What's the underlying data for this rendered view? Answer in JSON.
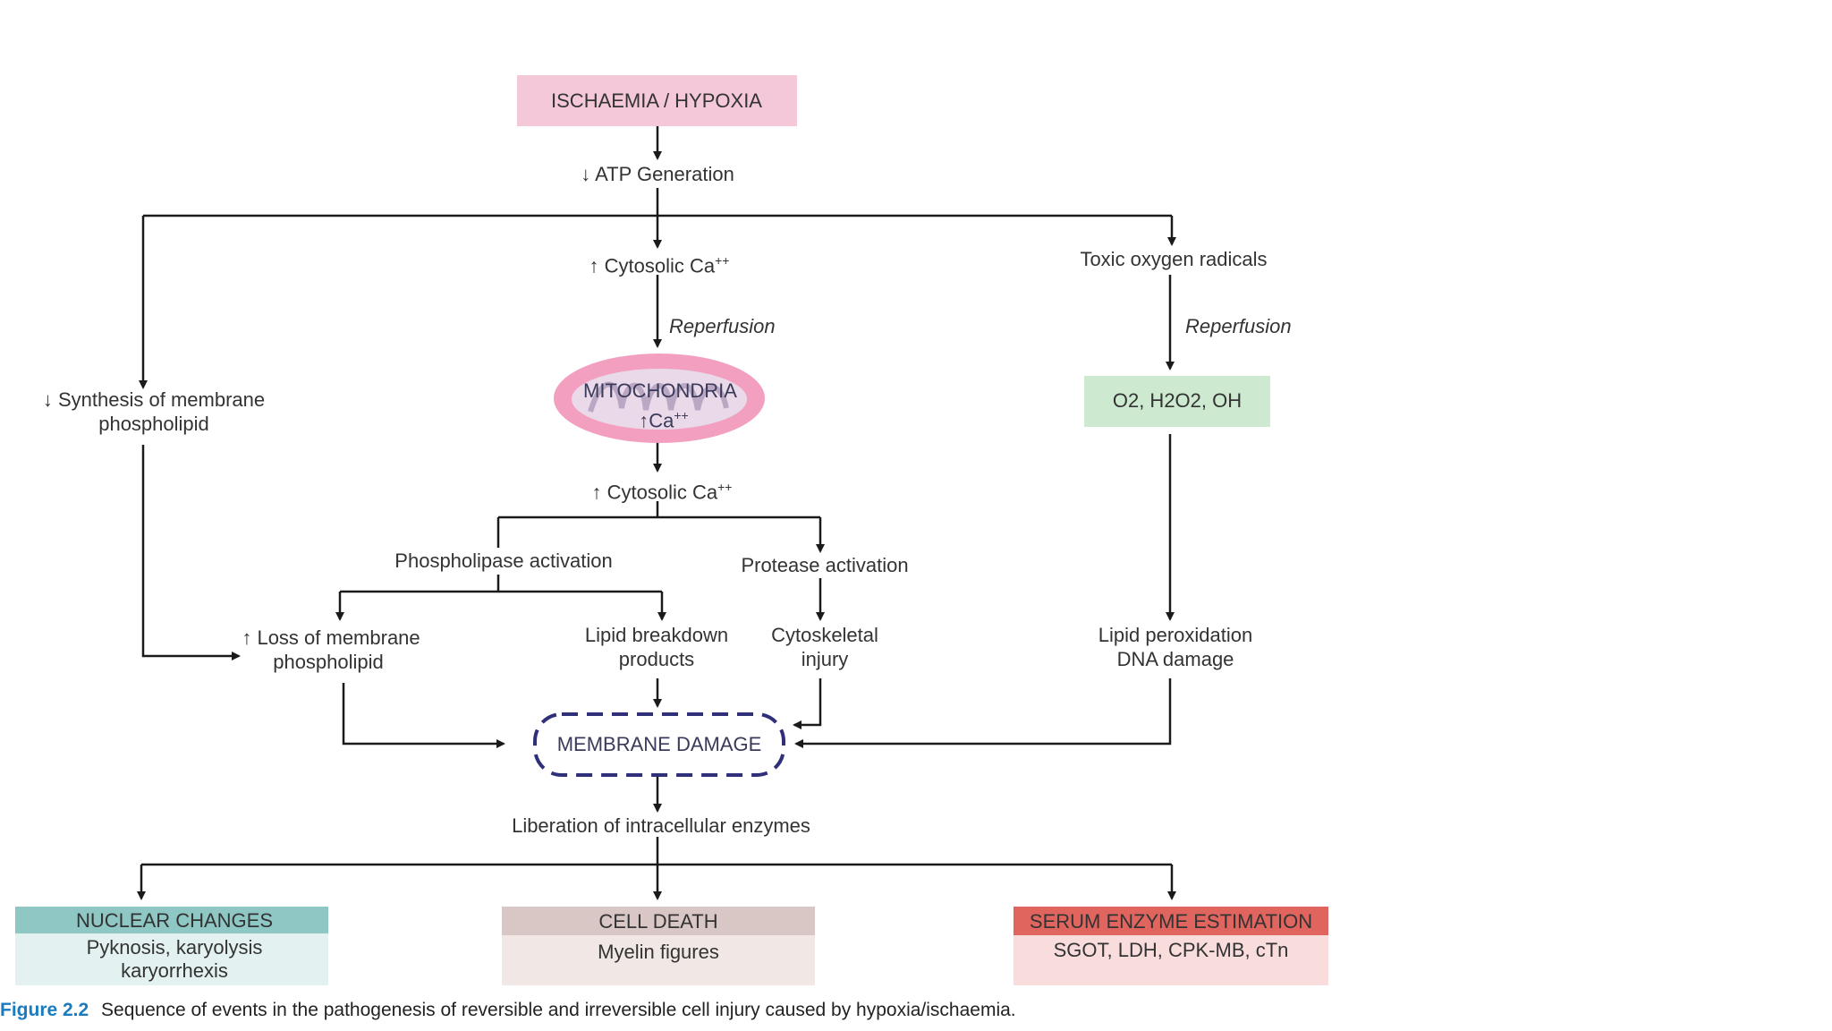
{
  "nodes": {
    "ischaemia": "ISCHAEMIA / HYPOXIA",
    "atp": "↓ ATP Generation",
    "cytosolic_ca_1": "↑ Cytosolic Ca",
    "cytosolic_ca_2": "↑ Cytosolic Ca",
    "ca_sup": "++",
    "reperfusion": "Reperfusion",
    "mitochondria": "MITOCHONDRIA",
    "mito_ca": "↑Ca",
    "toxic_radicals": "Toxic oxygen radicals",
    "radicals_formula": "O2, H2O2, OH",
    "synthesis_line1": "↓ Synthesis of membrane",
    "synthesis_line2": "phospholipid",
    "phospholipase": "Phospholipase activation",
    "protease": "Protease activation",
    "loss_line1": "↑ Loss of membrane",
    "loss_line2": "phospholipid",
    "lipid_breakdown_line1": "Lipid breakdown",
    "lipid_breakdown_line2": "products",
    "cytoskeletal_line1": "Cytoskeletal",
    "cytoskeletal_line2": "injury",
    "peroxidation_line1": "Lipid peroxidation",
    "peroxidation_line2": "DNA damage",
    "membrane_damage": "MEMBRANE DAMAGE",
    "liberation": "Liberation of intracellular enzymes"
  },
  "outcomes": {
    "nuclear": {
      "title": "NUCLEAR CHANGES",
      "line1": "Pyknosis, karyolysis",
      "line2": "karyorrhexis"
    },
    "cell_death": {
      "title": "CELL DEATH",
      "line1": "Myelin figures"
    },
    "serum": {
      "title": "SERUM ENZYME ESTIMATION",
      "line1": "SGOT, LDH, CPK-MB, cTn"
    }
  },
  "caption": {
    "label": "Figure 2.2",
    "text": "Sequence of events in the pathogenesis of reversible and irreversible cell injury caused by hypoxia/ischaemia."
  },
  "colors": {
    "ischaemia_box": "#f4c8d8",
    "radicals_box": "#cde9cf",
    "mito_body": "#f29fc0",
    "membrane_border": "#2f2f7a",
    "nuclear_header": "#8ec7c4",
    "nuclear_body": "#e3f1f0",
    "death_header": "#d8c7c4",
    "death_body": "#f1e7e5",
    "serum_header": "#e0655e",
    "serum_body": "#f9dcdc",
    "caption_label": "#1a7bbf"
  }
}
